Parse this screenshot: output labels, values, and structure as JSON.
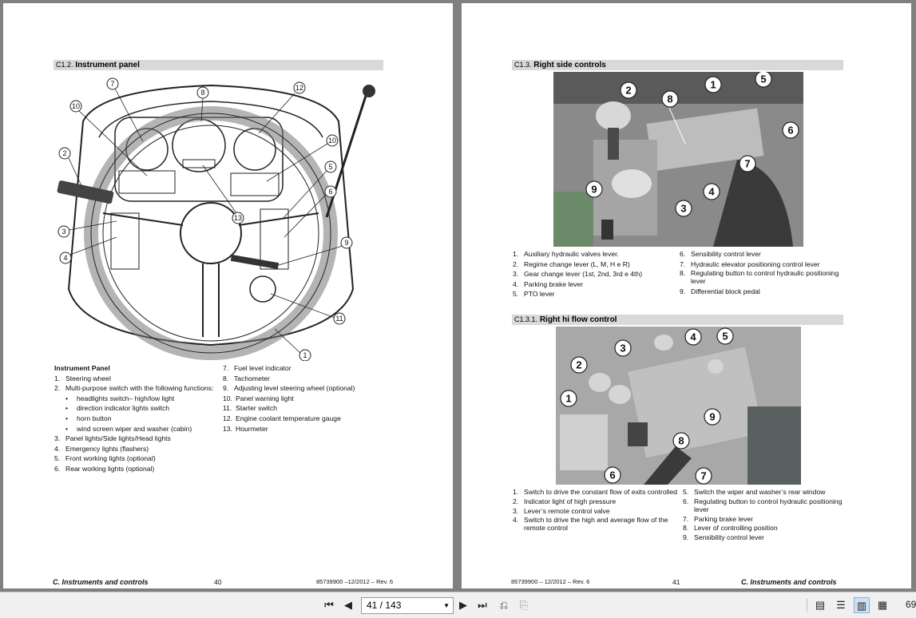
{
  "left_page": {
    "section": {
      "num": "C1.2.",
      "title": "Instrument panel"
    },
    "figure_callouts": [
      "7",
      "8",
      "12",
      "10",
      "2",
      "10",
      "5",
      "6",
      "3",
      "4",
      "13",
      "9",
      "11",
      "1"
    ],
    "list_title": "Instrument Panel",
    "items_col1": [
      {
        "n": "1.",
        "t": "Steering wheel"
      },
      {
        "n": "2.",
        "t": "Multi-purpose switch with the following functions:"
      }
    ],
    "bullets": [
      "headlights switch– high/low light",
      "direction indicator lights switch",
      "horn button",
      "wind screen wiper and washer (cabin)"
    ],
    "items_col1b": [
      {
        "n": "3.",
        "t": "Panel lights/Side lights/Head lights"
      },
      {
        "n": "4.",
        "t": "Emergency lights (flashers)"
      },
      {
        "n": "5.",
        "t": "Front working lights (optional)"
      },
      {
        "n": "6.",
        "t": "Rear working lights (optional)"
      }
    ],
    "items_col2": [
      {
        "n": "7.",
        "t": "Fuel level indicator"
      },
      {
        "n": "8.",
        "t": "Tachometer"
      },
      {
        "n": "9.",
        "t": "Adjusting level steering wheel (optional)"
      },
      {
        "n": "10.",
        "t": "Panel warning light"
      },
      {
        "n": "11.",
        "t": "Starter switch"
      },
      {
        "n": "12.",
        "t": "Engine coolant temperature gauge"
      },
      {
        "n": "13.",
        "t": "Hourmeter"
      }
    ],
    "footer": {
      "title": "C. Instruments and controls",
      "page": "40",
      "doc": "85739900 –12/2012 – Rev. 6"
    }
  },
  "right_page": {
    "section1": {
      "num": "C1.3.",
      "title": "Right side controls"
    },
    "photo1_callouts": [
      "2",
      "8",
      "1",
      "5",
      "6",
      "7",
      "9",
      "4",
      "3"
    ],
    "items1_col1": [
      {
        "n": "1.",
        "t": "Auxiliary hydraulic valves lever."
      },
      {
        "n": "2.",
        "t": "Regime change lever (L, M, H e R)"
      },
      {
        "n": "3.",
        "t": "Gear change lever (1st, 2nd, 3rd e 4th)"
      },
      {
        "n": "4.",
        "t": "Parking brake lever"
      },
      {
        "n": "5.",
        "t": "PTO lever"
      }
    ],
    "items1_col2": [
      {
        "n": "6.",
        "t": "Sensibility control lever"
      },
      {
        "n": "7.",
        "t": "Hydraulic elevator positioning control lever"
      },
      {
        "n": "8.",
        "t": "Regulating button to control hydraulic positioning lever"
      },
      {
        "n": "9.",
        "t": "Differential block pedal"
      }
    ],
    "section2": {
      "num": "C1.3.1.",
      "title": "Right hi flow control"
    },
    "photo2_callouts": [
      "3",
      "4",
      "5",
      "2",
      "1",
      "9",
      "8",
      "6",
      "7"
    ],
    "items2_col1": [
      {
        "n": "1.",
        "t": "Switch to drive the constant flow of exits controlled"
      },
      {
        "n": "2.",
        "t": "Indicator light of high pressure"
      },
      {
        "n": "3.",
        "t": "Lever’s remote control valve"
      },
      {
        "n": "4.",
        "t": "Switch to drive the high and average flow of the remote control"
      }
    ],
    "items2_col2": [
      {
        "n": "5.",
        "t": "Switch the wiper and washer’s rear window"
      },
      {
        "n": "6.",
        "t": "Regulating button to control hydraulic positioning lever"
      },
      {
        "n": "7.",
        "t": "Parking brake lever"
      },
      {
        "n": "8.",
        "t": "Lever of controlling position"
      },
      {
        "n": "9.",
        "t": "Sensibility control lever"
      }
    ],
    "footer": {
      "doc": "85739900 – 12/2012 – Rev. 6",
      "page": "41",
      "title": "C. Instruments and controls"
    }
  },
  "toolbar": {
    "page_indicator": "41 / 143",
    "zoom": "69",
    "icons": [
      "first-page-icon",
      "prev-page-icon",
      "next-page-icon",
      "last-page-icon",
      "back-icon",
      "forward-icon",
      "single-page-view-icon",
      "continuous-view-icon",
      "two-page-view-icon",
      "two-page-continuous-view-icon"
    ]
  }
}
